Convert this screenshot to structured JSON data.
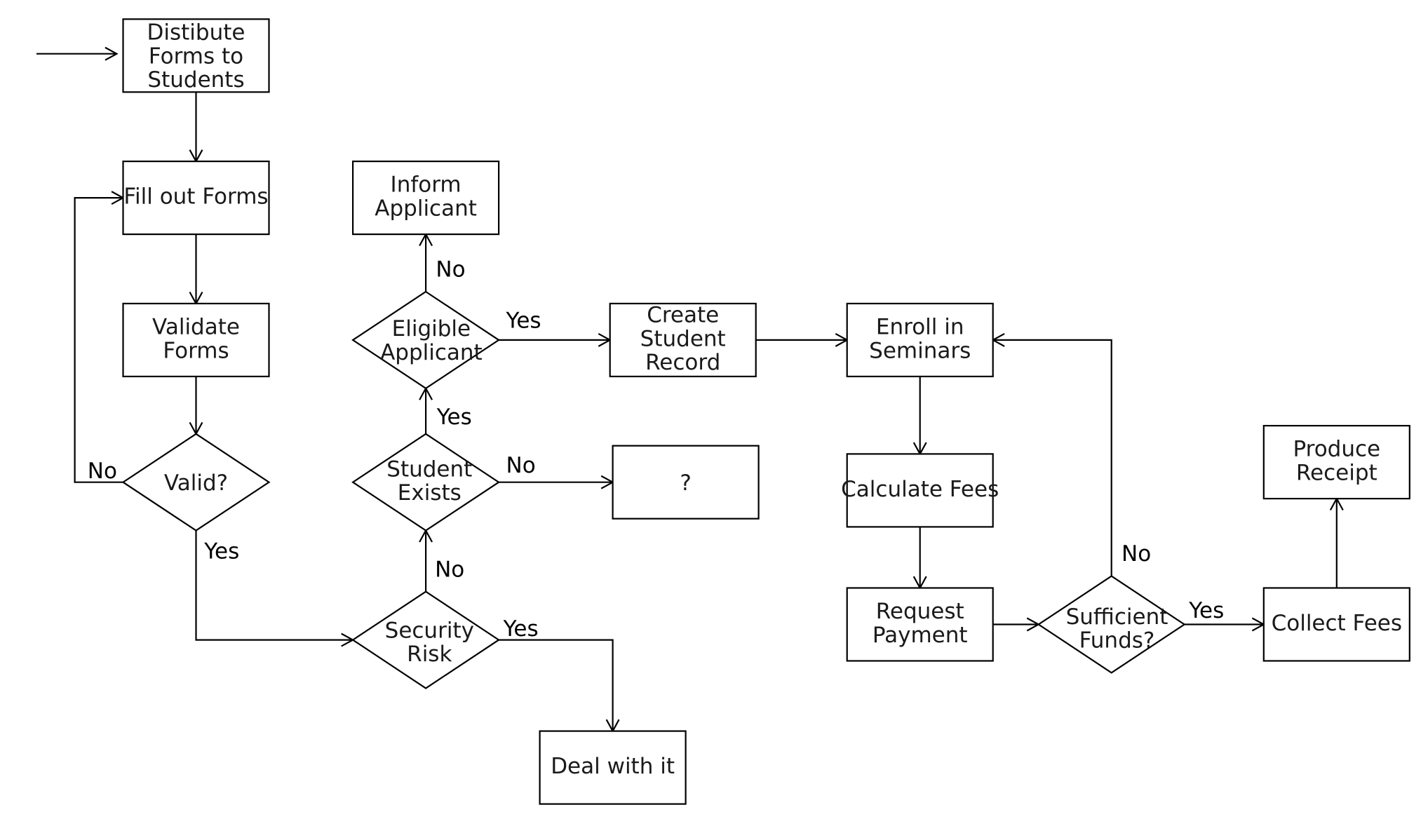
{
  "diagram": {
    "nodes": {
      "distribute": {
        "shape": "rect",
        "lines": [
          "Distibute",
          "Forms to",
          "Students"
        ]
      },
      "fill_out": {
        "shape": "rect",
        "lines": [
          "Fill out Forms"
        ]
      },
      "validate": {
        "shape": "rect",
        "lines": [
          "Validate",
          "Forms"
        ]
      },
      "valid": {
        "shape": "diamond",
        "lines": [
          "Valid?"
        ]
      },
      "security": {
        "shape": "diamond",
        "lines": [
          "Security",
          "Risk"
        ]
      },
      "student_exists": {
        "shape": "diamond",
        "lines": [
          "Student",
          "Exists"
        ]
      },
      "eligible": {
        "shape": "diamond",
        "lines": [
          "Eligible",
          "Applicant"
        ]
      },
      "inform": {
        "shape": "rect",
        "lines": [
          "Inform",
          "Applicant"
        ]
      },
      "unknown": {
        "shape": "rect",
        "lines": [
          "?"
        ]
      },
      "deal": {
        "shape": "rect",
        "lines": [
          "Deal with it"
        ]
      },
      "create": {
        "shape": "rect",
        "lines": [
          "Create",
          "Student",
          "Record"
        ]
      },
      "enroll": {
        "shape": "rect",
        "lines": [
          "Enroll in",
          "Seminars"
        ]
      },
      "calc": {
        "shape": "rect",
        "lines": [
          "Calculate Fees"
        ]
      },
      "request": {
        "shape": "rect",
        "lines": [
          "Request",
          "Payment"
        ]
      },
      "funds": {
        "shape": "diamond",
        "lines": [
          "Sufficient",
          "Funds?"
        ]
      },
      "collect": {
        "shape": "rect",
        "lines": [
          "Collect Fees"
        ]
      },
      "receipt": {
        "shape": "rect",
        "lines": [
          "Produce",
          "Receipt"
        ]
      }
    },
    "edges": [
      {
        "from": "start",
        "to": "distribute",
        "label": ""
      },
      {
        "from": "distribute",
        "to": "fill_out",
        "label": ""
      },
      {
        "from": "fill_out",
        "to": "validate",
        "label": ""
      },
      {
        "from": "validate",
        "to": "valid",
        "label": ""
      },
      {
        "from": "valid",
        "to": "fill_out",
        "label": "No"
      },
      {
        "from": "valid",
        "to": "security",
        "label": "Yes"
      },
      {
        "from": "security",
        "to": "student_exists",
        "label": "No"
      },
      {
        "from": "security",
        "to": "deal",
        "label": "Yes"
      },
      {
        "from": "student_exists",
        "to": "eligible",
        "label": "Yes"
      },
      {
        "from": "student_exists",
        "to": "unknown",
        "label": "No"
      },
      {
        "from": "eligible",
        "to": "inform",
        "label": "No"
      },
      {
        "from": "eligible",
        "to": "create",
        "label": "Yes"
      },
      {
        "from": "create",
        "to": "enroll",
        "label": ""
      },
      {
        "from": "enroll",
        "to": "calc",
        "label": ""
      },
      {
        "from": "calc",
        "to": "request",
        "label": ""
      },
      {
        "from": "request",
        "to": "funds",
        "label": ""
      },
      {
        "from": "funds",
        "to": "enroll",
        "label": "No"
      },
      {
        "from": "funds",
        "to": "collect",
        "label": "Yes"
      },
      {
        "from": "collect",
        "to": "receipt",
        "label": ""
      }
    ]
  }
}
